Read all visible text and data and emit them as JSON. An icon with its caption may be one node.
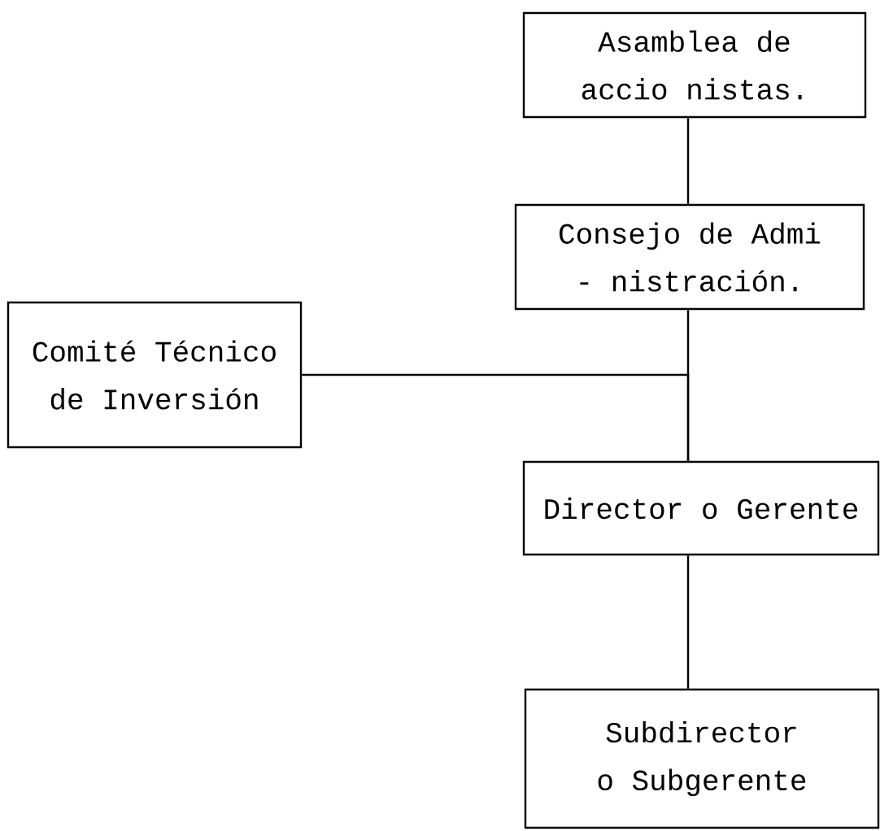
{
  "diagram": {
    "nodes": [
      {
        "text": [
          "Asamblea de accio nistas."
        ]
      },
      {
        "text": [
          "Consejo de Admi - nistración."
        ]
      },
      {
        "text": [
          "Comité Técnico de Inversión"
        ]
      },
      {
        "text": [
          "Director o Gerente"
        ]
      },
      {
        "text": [
          "Subdirector o Subgerente"
        ]
      }
    ],
    "edges": [
      {
        "from": 0,
        "to": 1,
        "arrow": "none"
      },
      {
        "from": 1,
        "to": 3,
        "arrow": "none"
      },
      {
        "from": 2,
        "to": 3,
        "arrow": "none"
      },
      {
        "from": 3,
        "to": 4,
        "arrow": "none"
      }
    ]
  }
}
